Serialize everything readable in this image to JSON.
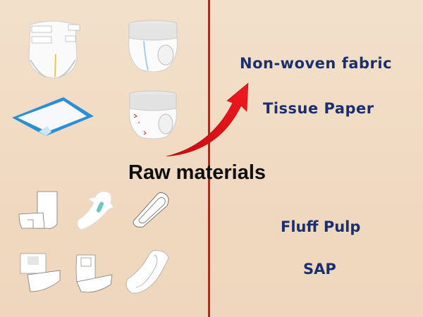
{
  "title": "Raw materials",
  "materials": [
    {
      "label": "Non-woven fabric"
    },
    {
      "label": "Tissue Paper"
    },
    {
      "label": "Fluff Pulp"
    },
    {
      "label": "SAP"
    }
  ],
  "products": [
    {
      "name": "adult-tape-diaper-icon"
    },
    {
      "name": "pull-up-pant-icon"
    },
    {
      "name": "underpad-icon"
    },
    {
      "name": "printed-pull-up-pant-icon"
    },
    {
      "name": "incontinence-pad-icon"
    },
    {
      "name": "sanitary-napkin-icon"
    },
    {
      "name": "panty-liner-icon"
    },
    {
      "name": "tape-diaper-open-icon"
    },
    {
      "name": "insert-pad-icon"
    },
    {
      "name": "maternity-pad-icon"
    }
  ],
  "colors": {
    "background": "#f1dcc5",
    "divider": "#d9141a",
    "arrow": "#e0101a",
    "material_text": "#1b2f6e",
    "title_text": "#0d0d0d",
    "underpad_border": "#2b8fd6",
    "sanitary_core": "#6cc7c0"
  }
}
